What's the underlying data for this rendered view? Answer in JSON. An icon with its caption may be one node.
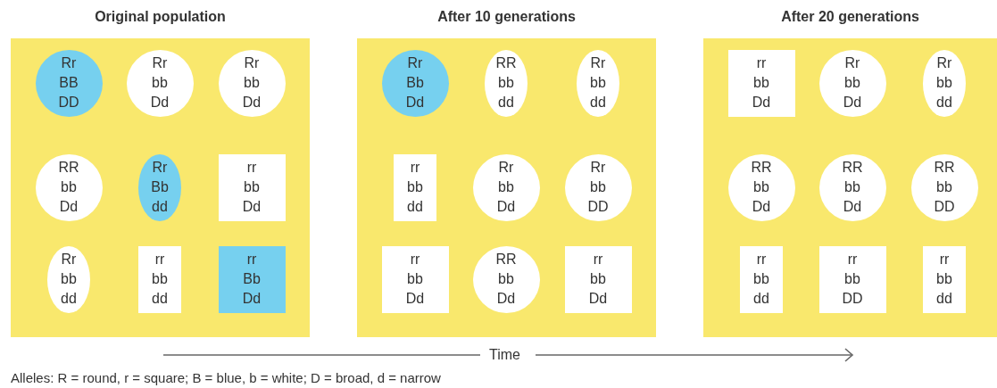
{
  "diagram": {
    "nodes": [
      {
        "text": [
          "Original population"
        ]
      },
      {
        "text": [
          "Rr BB DD"
        ],
        "in": 0
      },
      {
        "text": [
          "Rr bb Dd"
        ],
        "in": 0
      },
      {
        "text": [
          "Rr bb Dd"
        ],
        "in": 0
      },
      {
        "text": [
          "RR bb Dd"
        ],
        "in": 0
      },
      {
        "text": [
          "Rr Bb dd"
        ],
        "in": 0
      },
      {
        "text": [
          "rr bb Dd"
        ],
        "in": 0
      },
      {
        "text": [
          "Rr bb dd"
        ],
        "in": 0
      },
      {
        "text": [
          "rr bb dd"
        ],
        "in": 0
      },
      {
        "text": [
          "rr Bb Dd"
        ],
        "in": 0
      },
      {
        "text": [
          "After 10 generations"
        ]
      },
      {
        "text": [
          "Rr Bb Dd"
        ],
        "in": 10
      },
      {
        "text": [
          "RR bb dd"
        ],
        "in": 10
      },
      {
        "text": [
          "Rr bb dd"
        ],
        "in": 10
      },
      {
        "text": [
          "rr bb dd"
        ],
        "in": 10
      },
      {
        "text": [
          "Rr bb Dd"
        ],
        "in": 10
      },
      {
        "text": [
          "Rr bb DD"
        ],
        "in": 10
      },
      {
        "text": [
          "rr bb Dd"
        ],
        "in": 10
      },
      {
        "text": [
          "RR bb Dd"
        ],
        "in": 10
      },
      {
        "text": [
          "rr bb Dd"
        ],
        "in": 10
      },
      {
        "text": [
          "After 20 generations"
        ]
      },
      {
        "text": [
          "rr bb Dd"
        ],
        "in": 20
      },
      {
        "text": [
          "Rr bb Dd"
        ],
        "in": 20
      },
      {
        "text": [
          "Rr bb dd"
        ],
        "in": 20
      },
      {
        "text": [
          "RR bb Dd"
        ],
        "in": 20
      },
      {
        "text": [
          "RR bb Dd"
        ],
        "in": 20
      },
      {
        "text": [
          "RR bb DD"
        ],
        "in": 20
      },
      {
        "text": [
          "rr bb dd"
        ],
        "in": 20
      },
      {
        "text": [
          "rr bb DD"
        ],
        "in": 20
      },
      {
        "text": [
          "rr bb dd"
        ],
        "in": 20
      }
    ],
    "labels": [
      "Time",
      "Alleles: R = round, r = square; B = blue, b = white; D = broad, d = narrow"
    ]
  }
}
